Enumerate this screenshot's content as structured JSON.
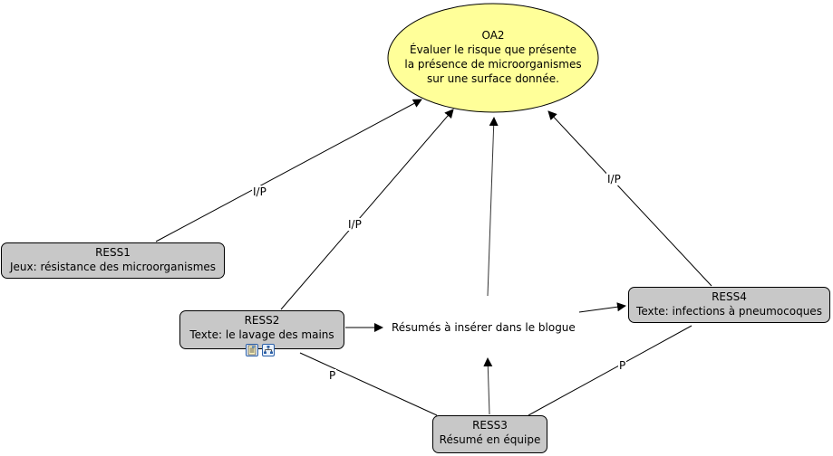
{
  "colors": {
    "objective_fill": "#ffff99",
    "resource_fill": "#c8c8c8",
    "line": "#000000",
    "background": "#ffffff"
  },
  "objective": {
    "id": "OA2",
    "lines": [
      "Évaluer le risque que présente",
      "la présence de microorganismes",
      "sur une surface donnée."
    ]
  },
  "resources": [
    {
      "id": "RESS1",
      "text": "Jeux: résistance des microorganismes"
    },
    {
      "id": "RESS2",
      "text": "Texte: le lavage des mains"
    },
    {
      "id": "RESS3",
      "text": "Résumé en équipe"
    },
    {
      "id": "RESS4",
      "text": "Texte: infections à pneumocoques"
    }
  ],
  "concept": {
    "text": "Résumés à insérer dans le blogue"
  },
  "link_labels": {
    "ress1_oa2": "I/P",
    "ress2_oa2": "I/P",
    "ress4_oa2": "I/P",
    "ress2_ress3": "P",
    "ress4_ress3": "P"
  },
  "ress2_icons": [
    "document-icon",
    "concept-map-icon"
  ]
}
